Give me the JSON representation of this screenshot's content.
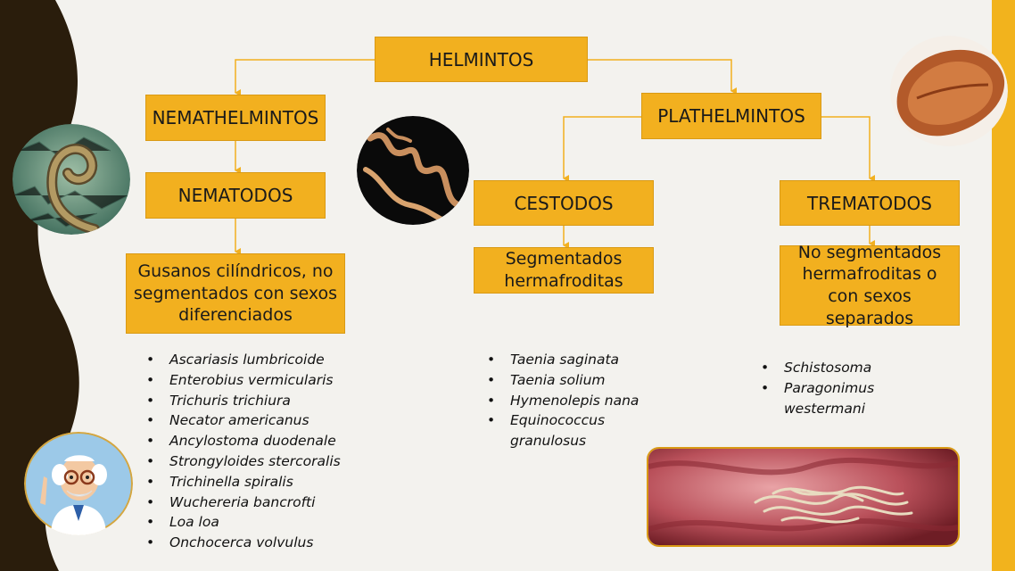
{
  "diagram": {
    "root": "HELMINTOS",
    "nemathelmintos": "NEMATHELMINTOS",
    "platelmintos": "PLATHELMINTOS",
    "nematodos": "NEMATODOS",
    "cestodos": "CESTODOS",
    "trematodos": "TREMATODOS",
    "nematodos_desc": "Gusanos cilíndricos, no segmentados con sexos diferenciados",
    "cestodos_desc": "Segmentados hermafroditas",
    "trematodos_desc": "No segmentados hermafroditas o con sexos separados"
  },
  "lists": {
    "nematodos": [
      "Ascariasis lumbricoide",
      "Enterobius vermicularis",
      "Trichuris trichiura",
      "Necator americanus",
      "Ancylostoma duodenale",
      "Strongyloides stercoralis",
      "Trichinella spiralis",
      "Wuchereria bancrofti",
      "Loa loa",
      "Onchocerca volvulus"
    ],
    "cestodos": [
      "Taenia saginata",
      "Taenia solium",
      "Hymenolepis nana",
      "Equinococcus granulosus"
    ],
    "trematodos": [
      "Schistosoma",
      "Paragonimus westermani"
    ]
  },
  "colors": {
    "box_fill": "#f2b01f",
    "connector": "#f2b01f",
    "side_band": "#2a1d0c",
    "right_bar": "#f2b31d",
    "background": "#f3f2ee"
  },
  "images": [
    "roundworm-micrograph",
    "tapeworm-photo",
    "fluke-photo",
    "doctor-cartoon",
    "intestine-worms-photo"
  ]
}
